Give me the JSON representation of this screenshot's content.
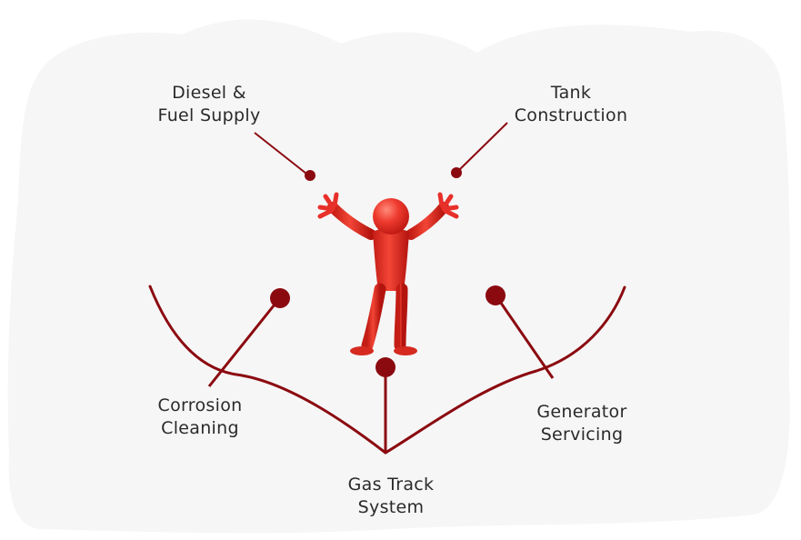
{
  "colors": {
    "accent": "#8b0a10",
    "figure": "#e8302a",
    "backdrop": "#f6f6f6",
    "text": "#2a2a2a"
  },
  "diagram": {
    "center_figure": "red-stick-figure-arms-raised",
    "nodes": [
      {
        "id": "diesel",
        "lines": [
          "Diesel &",
          "Fuel Supply"
        ]
      },
      {
        "id": "tank",
        "lines": [
          "Tank",
          "Construction"
        ]
      },
      {
        "id": "corrosion",
        "lines": [
          "Corrosion",
          "Cleaning"
        ]
      },
      {
        "id": "gas",
        "lines": [
          "Gas Track",
          "System"
        ]
      },
      {
        "id": "generator",
        "lines": [
          "Generator",
          "Servicing"
        ]
      }
    ]
  }
}
